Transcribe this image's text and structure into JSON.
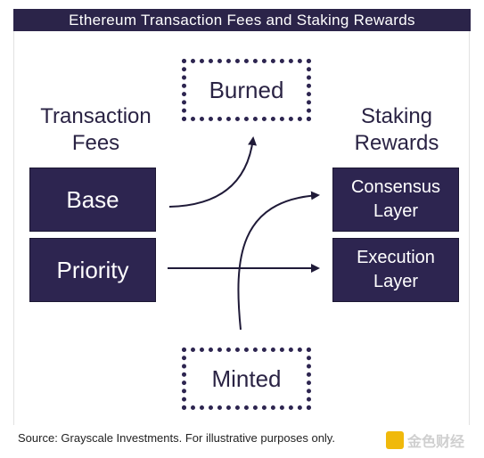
{
  "title": "Ethereum Transaction Fees and Staking Rewards",
  "left_heading": [
    "Transaction",
    "Fees"
  ],
  "right_heading": [
    "Staking",
    "Rewards"
  ],
  "fees": {
    "base": "Base",
    "priority": "Priority"
  },
  "rewards": {
    "consensus": [
      "Consensus",
      "Layer"
    ],
    "execution": [
      "Execution",
      "Layer"
    ]
  },
  "burned": "Burned",
  "minted": "Minted",
  "source": "Source: Grayscale Investments. For illustrative purposes only.",
  "watermark": "金色财经",
  "colors": {
    "dark": "#2d2550",
    "title_bg": "#2b2449",
    "text": "#2a2344"
  }
}
